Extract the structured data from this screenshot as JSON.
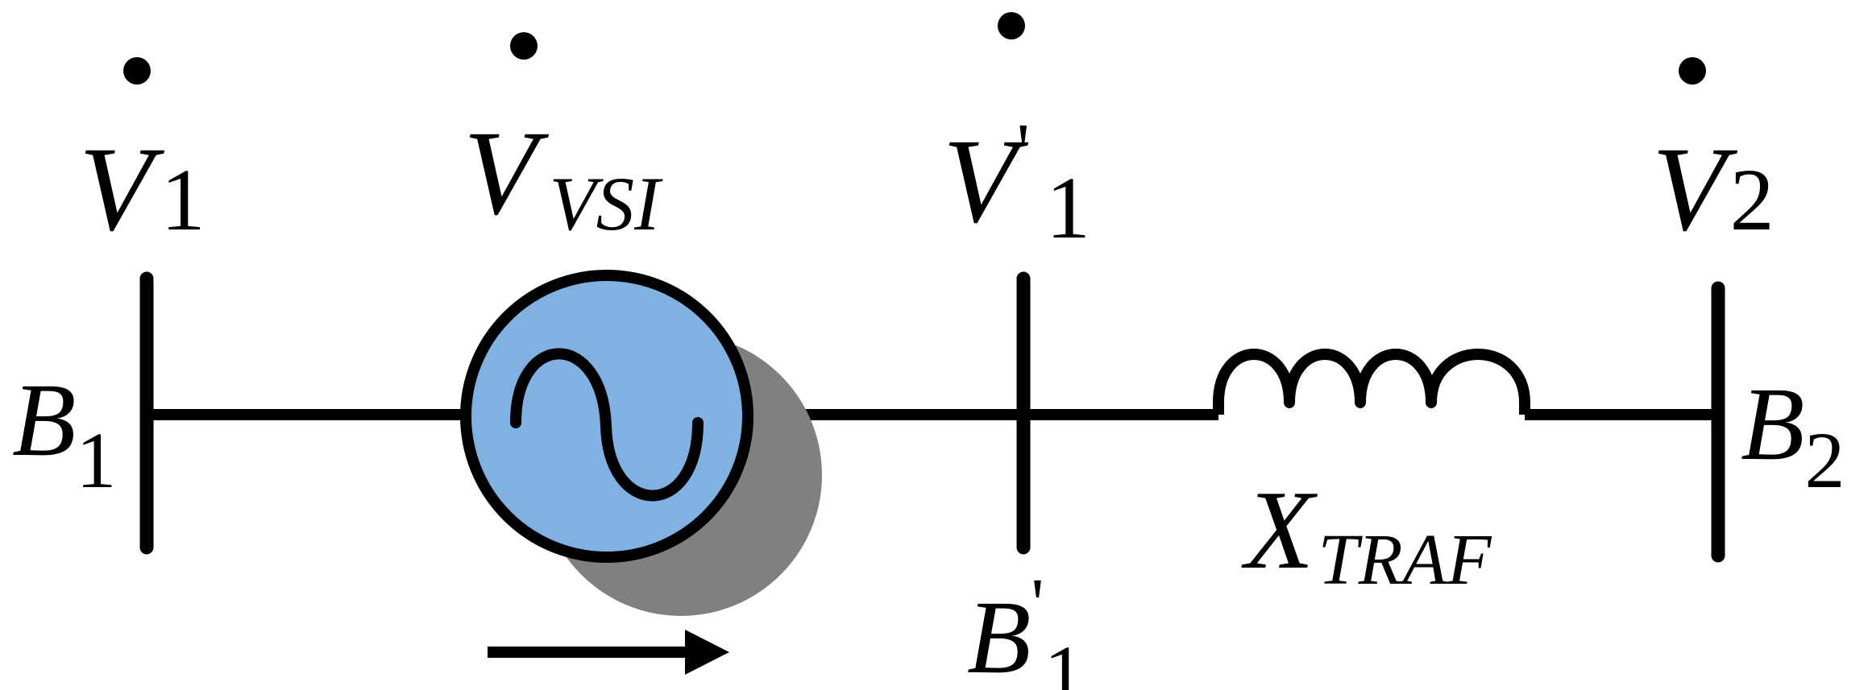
{
  "buses": {
    "b1": {
      "main": "B",
      "sub": "1"
    },
    "b1p": {
      "main": "B",
      "prime": "'",
      "sub": "1"
    },
    "b2": {
      "main": "B",
      "sub": "2"
    }
  },
  "voltages": {
    "v1": {
      "main": "V",
      "sub": "1"
    },
    "vvsi": {
      "main": "V",
      "sub": "VSI"
    },
    "v1p": {
      "main": "V",
      "prime": "'",
      "sub": "1"
    },
    "v2": {
      "main": "V",
      "sub": "2"
    }
  },
  "reactance": {
    "main": "X",
    "sub": "TRAF"
  },
  "icons": {
    "source": "ac-voltage-source-icon",
    "inductor": "inductor-icon",
    "arrow": "arrow-right-icon"
  },
  "colors": {
    "source_fill": "#7fb2e3",
    "shadow": "#808080",
    "line": "#000000"
  }
}
